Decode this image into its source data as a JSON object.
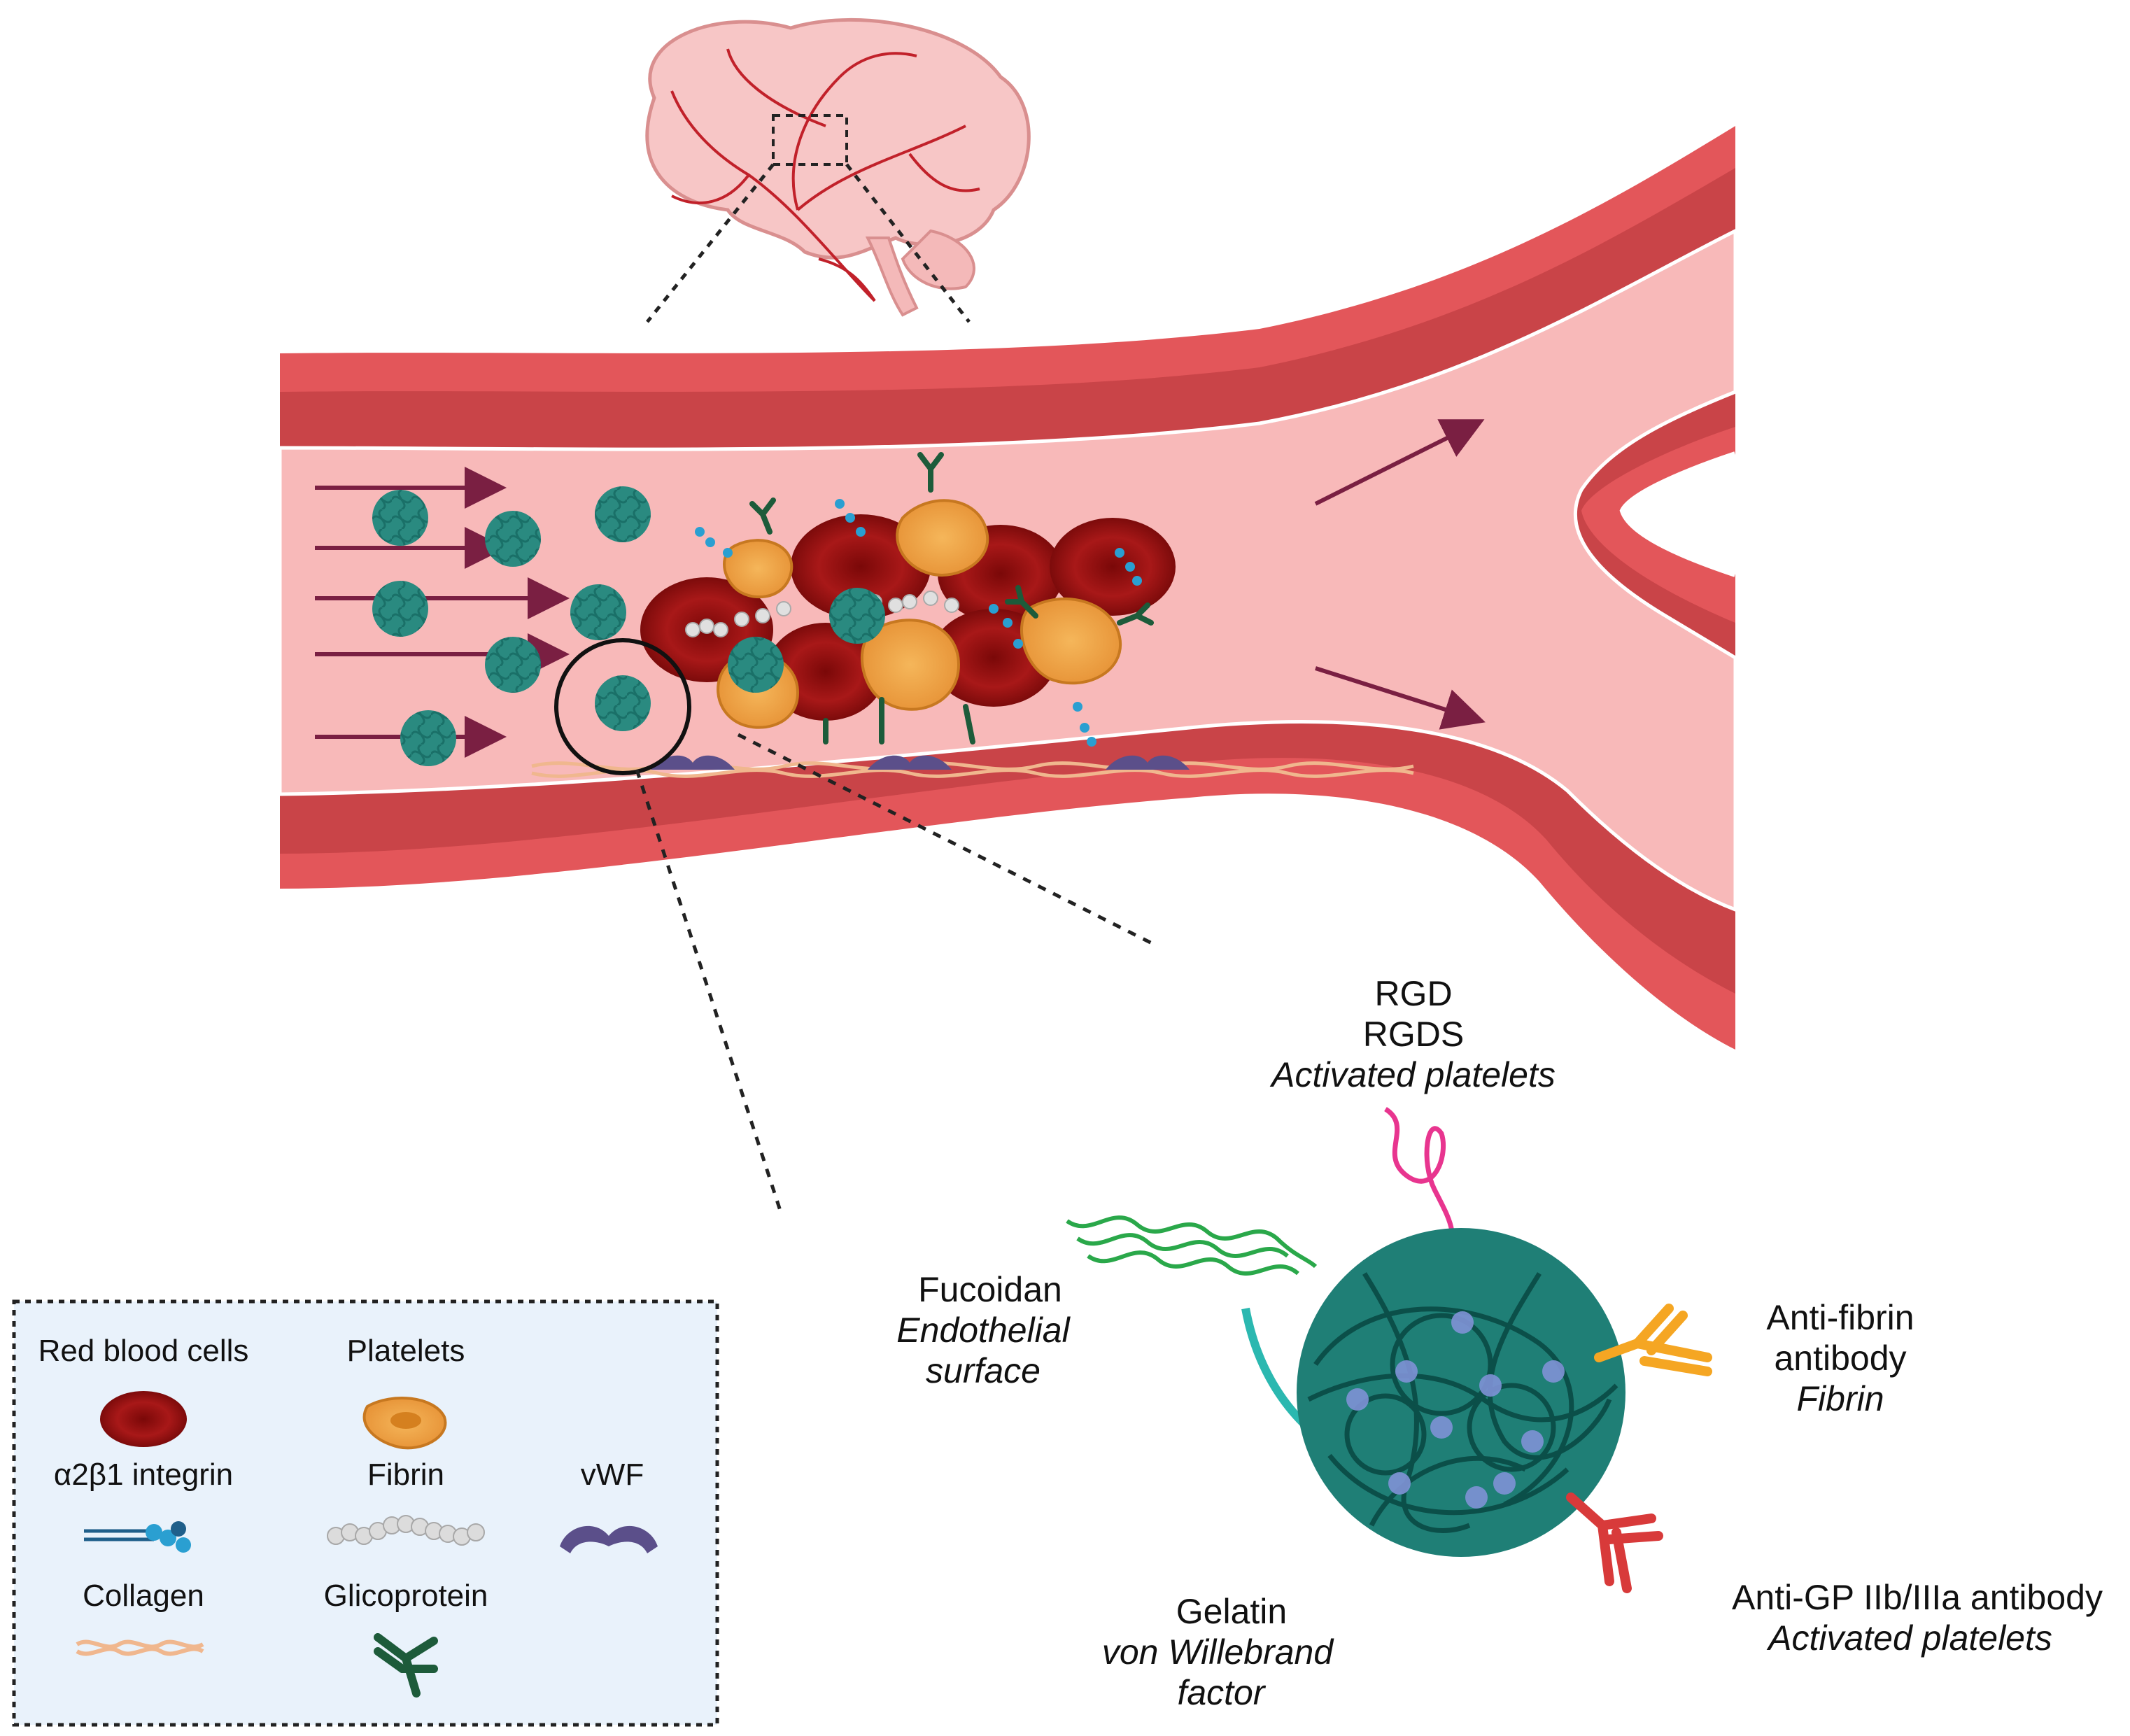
{
  "labels": {
    "rgd": {
      "lines": [
        "RGD",
        "RGDS"
      ],
      "target": "Activated platelets"
    },
    "fucoidan": {
      "lines": [
        "Fucoidan"
      ],
      "target_lines": [
        "Endothelial",
        "surface"
      ]
    },
    "anti_fibrin": {
      "lines": [
        "Anti-fibrin",
        "antibody"
      ],
      "target": "Fibrin"
    },
    "anti_gp": {
      "lines": [
        "Anti-GP IIb/IIIa antibody"
      ],
      "target": "Activated platelets"
    },
    "gelatin": {
      "lines": [
        "Gelatin"
      ],
      "target_lines": [
        "von Willebrand",
        "factor"
      ]
    }
  },
  "legend": {
    "items": [
      {
        "label": "Red blood cells",
        "icon": "red-blood-cell-icon"
      },
      {
        "label": "Platelets",
        "icon": "platelet-icon"
      },
      {
        "label": "α2β1 integrin",
        "icon": "integrin-icon"
      },
      {
        "label": "Fibrin",
        "icon": "fibrin-icon"
      },
      {
        "label": "vWF",
        "icon": "vwf-icon"
      },
      {
        "label": "Collagen",
        "icon": "collagen-icon"
      },
      {
        "label": "Glicoprotein",
        "icon": "glycoprotein-icon"
      }
    ]
  },
  "colors": {
    "vessel_wall": "#e3565a",
    "vessel_lumen": "#f8b9b9",
    "rbc": "#9b1111",
    "platelet": "#f0a84a",
    "nanoparticle": "#1f7f76",
    "fucoidan": "#2aa84a",
    "rgd": "#e8358f",
    "anti_fibrin": "#f5a623",
    "anti_gp": "#d83a3a",
    "gelatin": "#2bb8b0",
    "legend_bg": "#e9f2fb",
    "arrow": "#7a1f42"
  }
}
